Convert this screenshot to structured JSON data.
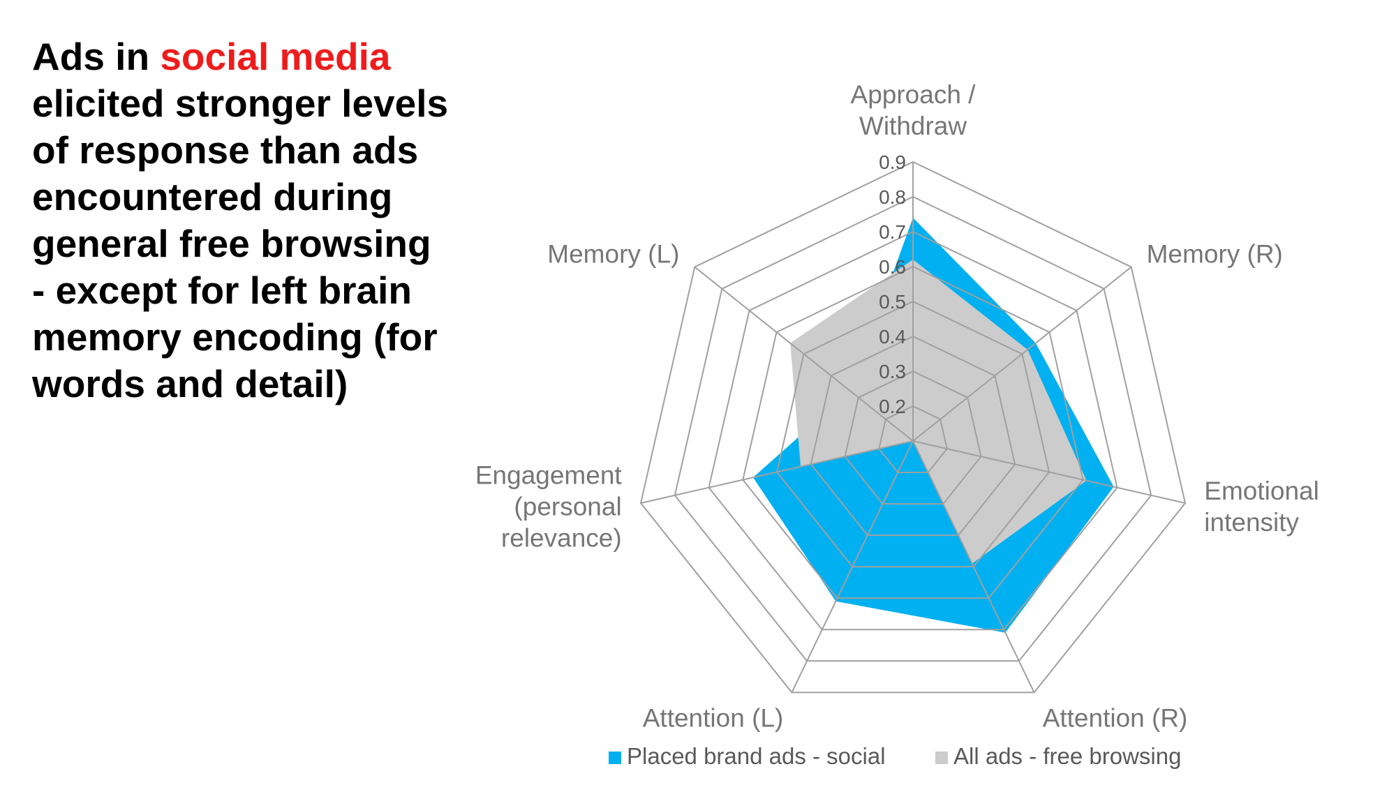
{
  "headline": {
    "part1": "Ads in ",
    "highlight": "social media",
    "part2": " elicited stronger levels of response than ads encountered during general free browsing - except for left brain memory encoding (for words and detail)",
    "highlight_color": "#ee1c1c"
  },
  "chart_data": {
    "type": "radar",
    "axes": [
      [
        "Approach /",
        "Withdraw"
      ],
      [
        "Memory (R)"
      ],
      [
        "Emotional",
        "intensity"
      ],
      [
        "Attention (R)"
      ],
      [
        "Attention (L)"
      ],
      [
        "Engagement",
        "(personal",
        "relevance)"
      ],
      [
        "Memory (L)"
      ]
    ],
    "rlim": [
      0.1,
      0.9
    ],
    "ticks": [
      0.2,
      0.3,
      0.4,
      0.5,
      0.6,
      0.7,
      0.8,
      0.9
    ],
    "tick_labels": [
      "0.2",
      "0.3",
      "0.4",
      "0.5",
      "0.6",
      "0.7",
      "0.8",
      "0.9"
    ],
    "grid": true,
    "legend_position": "bottom",
    "series": [
      {
        "name": "Placed brand ads - social",
        "color": "#00b0f0",
        "values": [
          0.74,
          0.55,
          0.69,
          0.71,
          0.61,
          0.57,
          0.33
        ]
      },
      {
        "name": "All ads - free browsing",
        "color": "#cccccc",
        "values": [
          0.62,
          0.52,
          0.61,
          0.49,
          0.1,
          0.43,
          0.55
        ]
      }
    ]
  }
}
